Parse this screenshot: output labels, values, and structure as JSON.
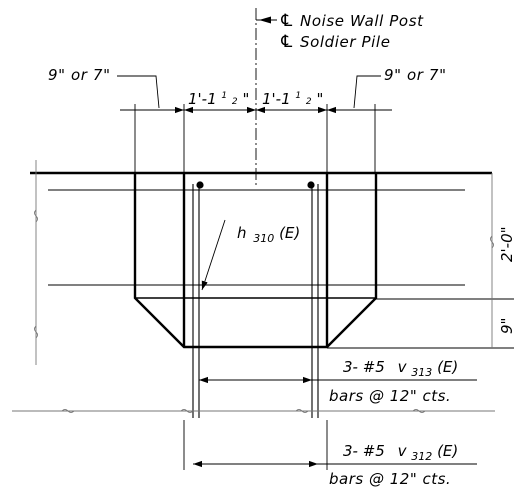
{
  "labels": {
    "cl_symbol": "℄",
    "noise_wall_post": "Noise Wall Post",
    "soldier_pile": "Soldier Pile",
    "left_width": "9\" or 7\"",
    "right_width": "9\" or 7\"",
    "dim_left_half": "1'-1",
    "dim_right_half": "1'-1",
    "dim_half_num": "1",
    "dim_half_den": "2",
    "inch_mark": "\"",
    "dim_top_height": "2'-0\"",
    "dim_bottom_height": "9\"",
    "bar_h": "h",
    "bar_h_sub": "310",
    "bar_h_tag": " (E)",
    "upper_callout_qty": "3- #5",
    "upper_callout_bar": "v",
    "upper_callout_sub": "313",
    "upper_callout_tag": " (E)",
    "upper_callout_spacing": "bars @ 12\" cts.",
    "lower_callout_qty": "3- #5",
    "lower_callout_bar": "v",
    "lower_callout_sub": "312",
    "lower_callout_tag": " (E)",
    "lower_callout_spacing": "bars @ 12\" cts."
  }
}
